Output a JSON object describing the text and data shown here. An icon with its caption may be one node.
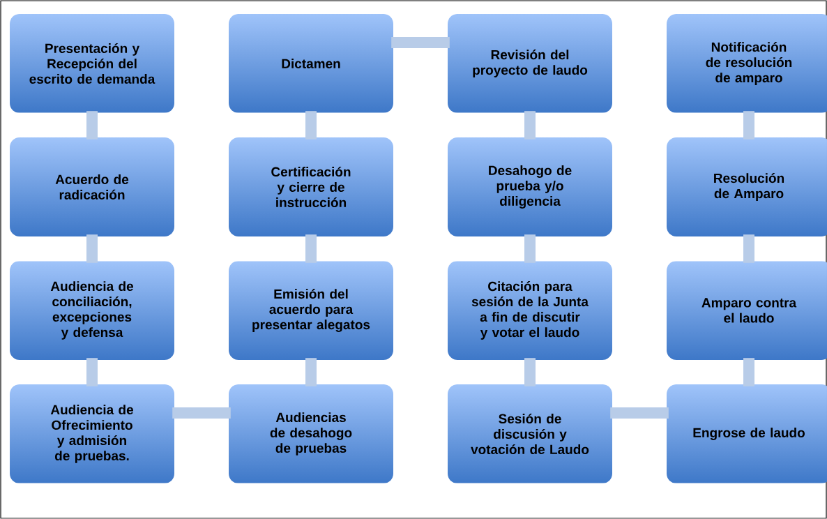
{
  "diagram": {
    "nodes": [
      {
        "text": [
          "Presentación y Recepción del escrito de demanda"
        ]
      },
      {
        "text": [
          "Acuerdo de radicación"
        ]
      },
      {
        "text": [
          "Audiencia de conciliación, excepciones y defensa"
        ]
      },
      {
        "text": [
          "Audiencia de Ofrecimiento y admisión de pruebas."
        ]
      },
      {
        "text": [
          "Audiencias de desahogo de pruebas"
        ]
      },
      {
        "text": [
          "Emisión del acuerdo para presentar alegatos"
        ]
      },
      {
        "text": [
          "Certificación y cierre de instrucción"
        ]
      },
      {
        "text": [
          "Dictamen"
        ]
      },
      {
        "text": [
          "Revisión del proyecto de laudo"
        ]
      },
      {
        "text": [
          "Desahogo de prueba y/o diligencia"
        ]
      },
      {
        "text": [
          "Citación para sesión de la Junta a fin de discutir y votar el laudo"
        ]
      },
      {
        "text": [
          "Sesión de discusión y votación de Laudo"
        ]
      },
      {
        "text": [
          "Engrose de laudo"
        ]
      },
      {
        "text": [
          "Amparo contra el laudo"
        ]
      },
      {
        "text": [
          "Resolución de Amparo"
        ]
      },
      {
        "text": [
          "Notificación de resolución de amparo"
        ]
      }
    ],
    "edges": [
      {
        "from": 0,
        "to": 1,
        "arrow": "none"
      },
      {
        "from": 1,
        "to": 2,
        "arrow": "none"
      },
      {
        "from": 2,
        "to": 3,
        "arrow": "none"
      },
      {
        "from": 3,
        "to": 4,
        "arrow": "none"
      },
      {
        "from": 4,
        "to": 5,
        "arrow": "none"
      },
      {
        "from": 5,
        "to": 6,
        "arrow": "none"
      },
      {
        "from": 6,
        "to": 7,
        "arrow": "none"
      },
      {
        "from": 7,
        "to": 8,
        "arrow": "none"
      },
      {
        "from": 8,
        "to": 9,
        "arrow": "none"
      },
      {
        "from": 9,
        "to": 10,
        "arrow": "none"
      },
      {
        "from": 10,
        "to": 11,
        "arrow": "none"
      },
      {
        "from": 11,
        "to": 12,
        "arrow": "none"
      },
      {
        "from": 12,
        "to": 13,
        "arrow": "none"
      },
      {
        "from": 13,
        "to": 14,
        "arrow": "none"
      },
      {
        "from": 14,
        "to": 15,
        "arrow": "none"
      }
    ]
  }
}
